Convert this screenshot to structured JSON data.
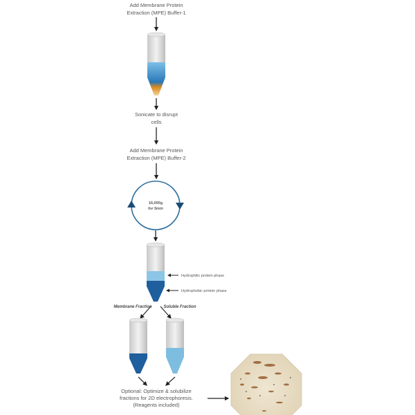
{
  "steps": {
    "step1_line1": "Add Membrane Protein",
    "step1_line2": "Extraction (MPE) Buffer-1",
    "step2_line1": "Sonicate to disrupt",
    "step2_line2": "cells",
    "step3_line1": "Add Membrane Protein",
    "step3_line2": "Extraction (MPE) Buffer-2",
    "centrifuge_line1": "16,000g",
    "centrifuge_line2": "for 5min",
    "phase_upper": "Hydrophilic protein phase",
    "phase_lower": "Hydrophobic protein phase",
    "fraction_left": "Membrane Fraction",
    "fraction_right": "Soluble Fraction",
    "final_line1": "Optional: Optimize & solubilize",
    "final_line2": "fractions for 2D electrophoresis.",
    "final_line3": "(Reagents included)"
  },
  "colors": {
    "blue_dark": "#1f5f9e",
    "blue_light": "#6fb3dc",
    "orange": "#d88a1e",
    "circle": "#2e6f9e"
  }
}
